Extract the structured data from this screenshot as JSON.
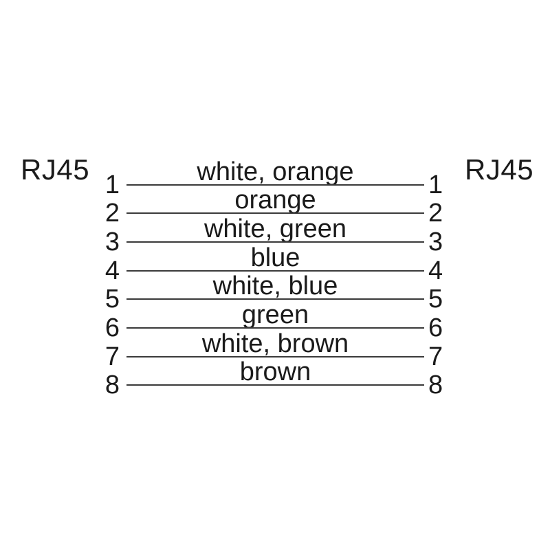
{
  "diagram": {
    "type": "wiring-pinout",
    "left_connector": "RJ45",
    "right_connector": "RJ45",
    "rows": [
      {
        "pin_left": "1",
        "pin_right": "1",
        "wire": "white, orange"
      },
      {
        "pin_left": "2",
        "pin_right": "2",
        "wire": "orange"
      },
      {
        "pin_left": "3",
        "pin_right": "3",
        "wire": "white, green"
      },
      {
        "pin_left": "4",
        "pin_right": "4",
        "wire": "blue"
      },
      {
        "pin_left": "5",
        "pin_right": "5",
        "wire": "white, blue"
      },
      {
        "pin_left": "6",
        "pin_right": "6",
        "wire": "green"
      },
      {
        "pin_left": "7",
        "pin_right": "7",
        "wire": "white, brown"
      },
      {
        "pin_left": "8",
        "pin_right": "8",
        "wire": "brown"
      }
    ],
    "colors": {
      "background": "#ffffff",
      "text": "#1a1a1a",
      "line": "#3a3a3a"
    }
  }
}
